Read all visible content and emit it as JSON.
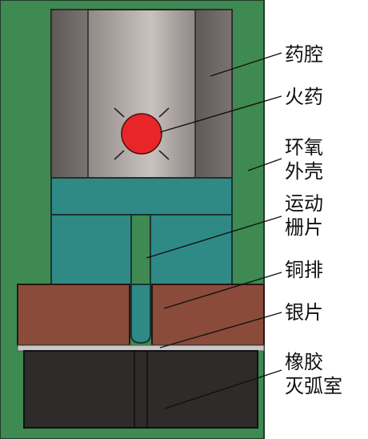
{
  "labels": {
    "charge_cavity": "药腔",
    "gunpowder": "火药",
    "epoxy_shell_line1": "环氧",
    "epoxy_shell_line2": "外壳",
    "moving_grid_line1": "运动",
    "moving_grid_line2": "栅片",
    "copper_bar": "铜排",
    "silver_strip": "银片",
    "rubber_chamber_line1": "橡胶",
    "rubber_chamber_line2": "灭弧室"
  },
  "colors": {
    "epoxy_shell": "#3e8a52",
    "cylinder_dark": "#6b6462",
    "cylinder_light": "#c4bdb9",
    "piston": "#2f8a86",
    "copper_bar": "#8b4b3a",
    "silver_strip": "#c8c8c8",
    "rubber_chamber": "#2f2b2a",
    "gunpowder": "#e8262a",
    "outline": "#1e2a22"
  }
}
